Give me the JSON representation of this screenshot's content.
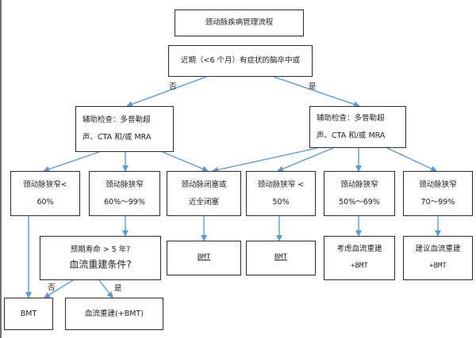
{
  "title": "颈动脉疾病管理流程",
  "question": "近期（<6 个月）有症状的脑卒中或",
  "branch_no": "否",
  "branch_yes": "是",
  "exam_left": {
    "line1": "辅助检查：多普勒超",
    "line2": "声、CTA 和/或 MRA"
  },
  "exam_right": {
    "line1": "辅助检查：多普勒超",
    "line2": "声、CTA 和/或 MRA"
  },
  "row3": {
    "a": {
      "line1": "颈动脉狭窄<",
      "line2": "60%"
    },
    "b": {
      "line1": "颈动脉狭窄",
      "line2": "60%～99%"
    },
    "c": {
      "line1": "颈动脉闭塞或",
      "line2": "近全闭塞"
    },
    "d": {
      "line1": "颈动脉狭窄 <",
      "line2": "50%"
    },
    "e": {
      "line1": "颈动脉狭窄",
      "line2": "50%～69%"
    },
    "f": {
      "line1": "颈动脉狭窄",
      "line2": "70～99%"
    }
  },
  "life_q": {
    "line1": "预期寿命 > 5 年?",
    "line2": "血流重建条件?"
  },
  "bmt_c": "BMT",
  "bmt_d": "BMT",
  "consider": {
    "line1": "考虑血流重建",
    "line2": "+BMT"
  },
  "suggest": {
    "line1": "建议血流重建",
    "line2": "+BMT"
  },
  "life_no": "否",
  "life_yes": "是",
  "bmt_final": "BMT",
  "revasc_final": "血流重建(+BMT)"
}
